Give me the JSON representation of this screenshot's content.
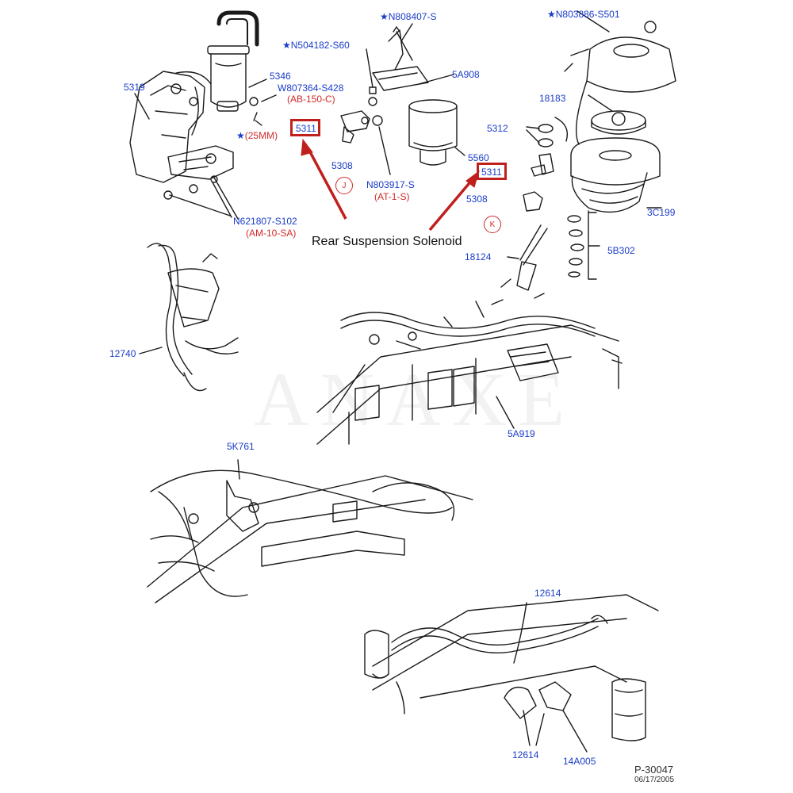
{
  "labels": {
    "n808407": "N808407-S",
    "n803886": "N803886-S501",
    "n504182": "N504182-S60",
    "p5346": "5346",
    "p5319": "5319",
    "w807364": "W807364-S428",
    "ab150c": "(AB-150-C)",
    "p5a908": "5A908",
    "p18183": "18183",
    "mm25": "(25MM)",
    "p5311_left": "5311",
    "p5312": "5312",
    "p5560": "5560",
    "p5311_right": "5311",
    "p5308_left": "5308",
    "p5308_right": "5308",
    "n803917": "N803917-S",
    "at1s": "(AT-1-S)",
    "p3c199": "3C199",
    "n621807": "N621807-S102",
    "am10sa": "(AM-10-SA)",
    "p18124": "18124",
    "p5b302": "5B302",
    "p12740": "12740",
    "p5a919": "5A919",
    "p5k761": "5K761",
    "p12614_top": "12614",
    "p12614_bottom": "12614",
    "p14a005": "14A005"
  },
  "markers": {
    "j": "J",
    "k": "K"
  },
  "callout": "Rear Suspension Solenoid",
  "footer": {
    "code": "P-30047",
    "date": "06/17/2005"
  },
  "watermark": "ANAXE",
  "colors": {
    "label": "#1a3cc8",
    "spec": "#d02a2a",
    "highlight": "#c0201d",
    "drawing": "#1a1a1a"
  }
}
